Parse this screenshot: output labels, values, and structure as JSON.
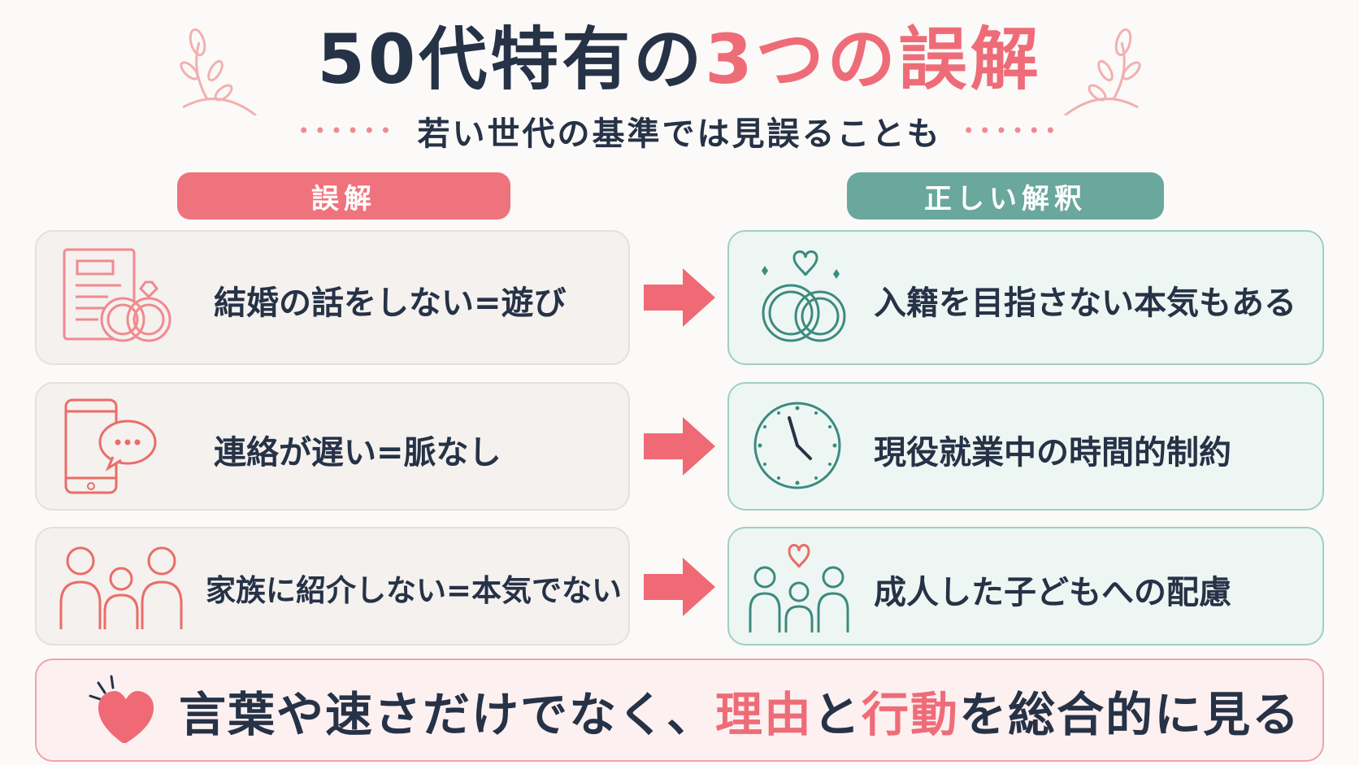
{
  "header": {
    "title_main": "50代特有の",
    "title_accent": "3つの誤解",
    "subtitle": "若い世代の基準では見誤ることも",
    "dots_left": "••••••",
    "dots_right": "••••••"
  },
  "columns": {
    "misconception_label": "誤解",
    "correct_label": "正しい解釈"
  },
  "rows": [
    {
      "misconception": "結婚の話をしない=遊び",
      "correct": "入籍を目指さない本気もある",
      "left_icon": "document-rings-icon",
      "right_icon": "rings-heart-icon"
    },
    {
      "misconception": "連絡が遅い=脈なし",
      "correct": "現役就業中の時間的制約",
      "left_icon": "phone-chat-icon",
      "right_icon": "clock-icon"
    },
    {
      "misconception": "家族に紹介しない=本気でない",
      "correct": "成人した子どもへの配慮",
      "left_icon": "family-icon",
      "right_icon": "family-heart-icon"
    }
  ],
  "conclusion": {
    "part1": "言葉や速さだけでなく、",
    "highlight1": "理由",
    "part2": "と",
    "highlight2": "行動",
    "part3": "を総合的に見る",
    "icon": "heart-icon"
  },
  "colors": {
    "accent_red": "#ee6c78",
    "accent_teal": "#6aa79d",
    "text_dark": "#263246"
  }
}
